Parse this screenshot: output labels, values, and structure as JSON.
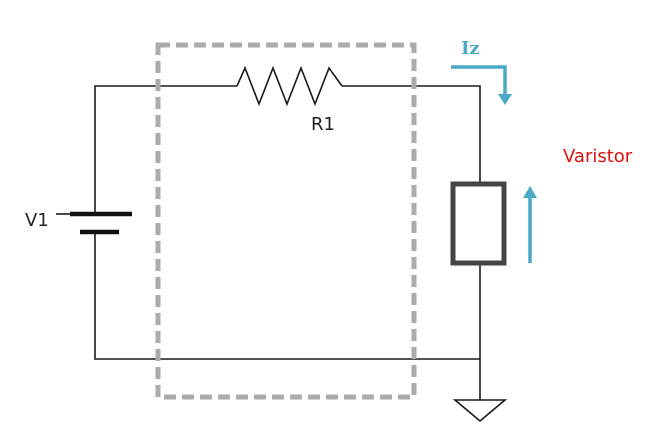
{
  "labels": {
    "v1": "V1",
    "r1": "R1",
    "iz": "Iz",
    "varistor": "Varistor"
  },
  "colors": {
    "wire": "#1a1a1a",
    "dashed_box": "#ababab",
    "arrow": "#4aa9c4",
    "varistor_label": "#e01010",
    "varistor_body": "#444444"
  },
  "icons": {
    "battery": "battery-icon",
    "resistor": "resistor-icon",
    "varistor": "varistor-icon",
    "ground": "ground-icon"
  }
}
